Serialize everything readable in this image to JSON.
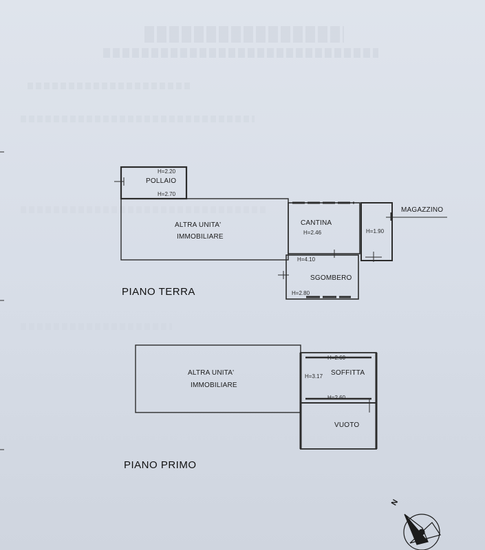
{
  "ground_floor": {
    "title": "PIANO TERRA",
    "rooms": {
      "pollaio": {
        "name": "POLLAIO",
        "h_top": "H=2.20",
        "h_bottom": "H=2.70"
      },
      "altra_unita": {
        "name_line1": "ALTRA UNITA'",
        "name_line2": "IMMOBILIARE"
      },
      "cantina": {
        "name": "CANTINA",
        "h": "H=2.46"
      },
      "magazzino": {
        "name": "MAGAZZINO",
        "h": "H=1.90"
      },
      "sgombero": {
        "name": "SGOMBERO",
        "h_top": "H=4.10",
        "h_bottom": "H=2.80"
      }
    }
  },
  "first_floor": {
    "title": "PIANO PRIMO",
    "rooms": {
      "altra_unita": {
        "name_line1": "ALTRA UNITA'",
        "name_line2": "IMMOBILIARE"
      },
      "soffitta": {
        "name": "SOFFITTA",
        "h_top": "H=2.60",
        "h_left": "H=3.17",
        "h_bottom": "H=2.60"
      },
      "vuoto": {
        "name": "VUOTO"
      }
    }
  },
  "compass": {
    "label": "N"
  }
}
